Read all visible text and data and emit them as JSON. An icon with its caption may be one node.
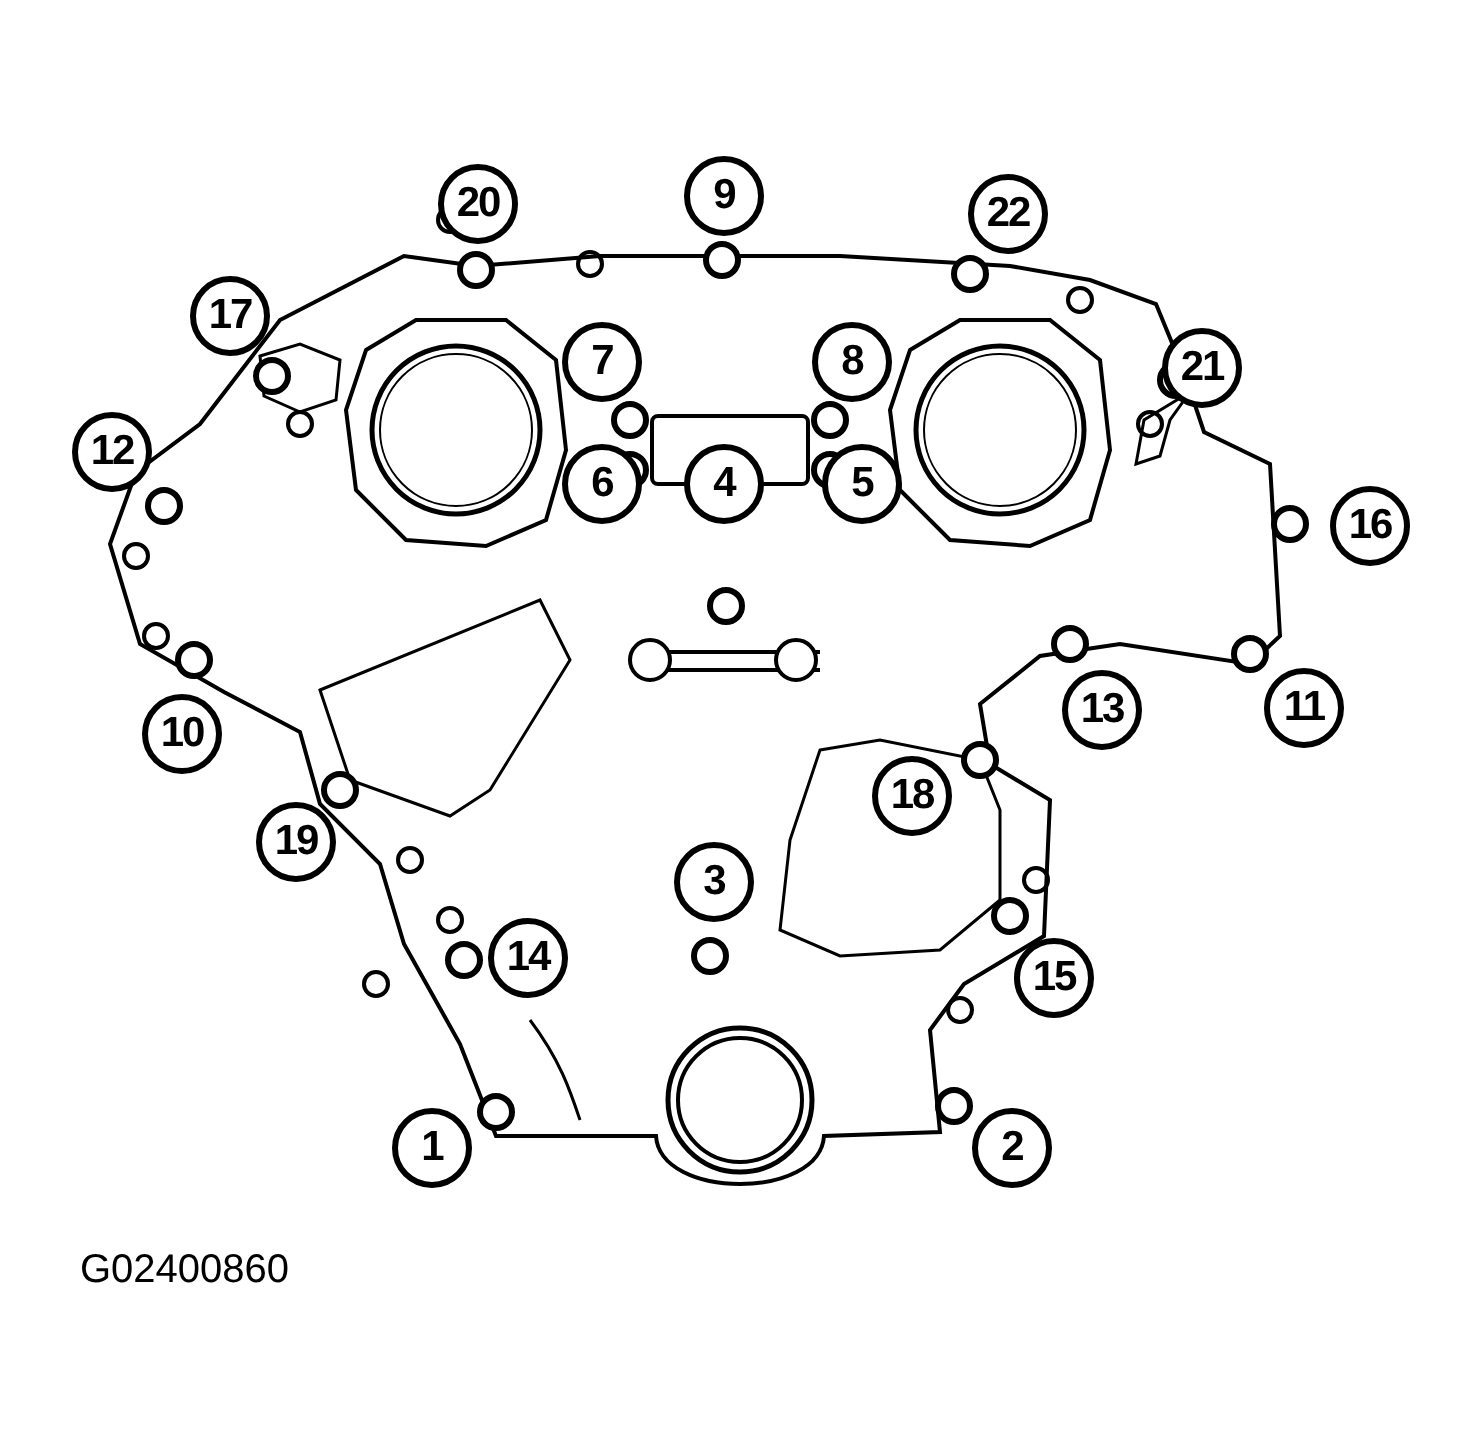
{
  "diagram": {
    "labels": [
      "20",
      "9",
      "22",
      "17",
      "7",
      "8",
      "21",
      "12",
      "6",
      "4",
      "5",
      "16",
      "13",
      "11",
      "10",
      "18",
      "19",
      "3",
      "14",
      "15",
      "1",
      "2",
      "G02400860"
    ]
  }
}
